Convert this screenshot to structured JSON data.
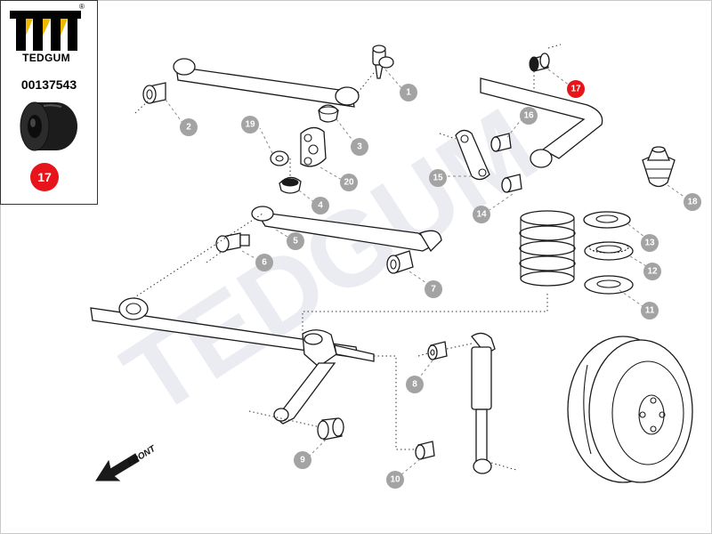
{
  "header": {
    "brand": "TEDGUM",
    "registered_mark": "®",
    "part_number": "00137543",
    "highlighted_callout": "17"
  },
  "watermark": "TEDGUM",
  "direction_label": "FRONT",
  "callouts": {
    "c1": "1",
    "c2": "2",
    "c3": "3",
    "c4": "4",
    "c5": "5",
    "c6": "6",
    "c7": "7",
    "c8": "8",
    "c9": "9",
    "c10": "10",
    "c11": "11",
    "c12": "12",
    "c13": "13",
    "c14": "14",
    "c15": "15",
    "c16": "16",
    "c17": "17",
    "c18": "18",
    "c19": "19",
    "c20": "20"
  },
  "colors": {
    "callout_gray": "#a3a3a3",
    "callout_highlight": "#e8141b",
    "watermark": "#d9dde6"
  },
  "icons": [
    "tedgum-logo",
    "bushing-thumbnail",
    "front-arrow-icon",
    "wheel-icon",
    "coil-spring-icon",
    "shock-absorber-icon"
  ]
}
